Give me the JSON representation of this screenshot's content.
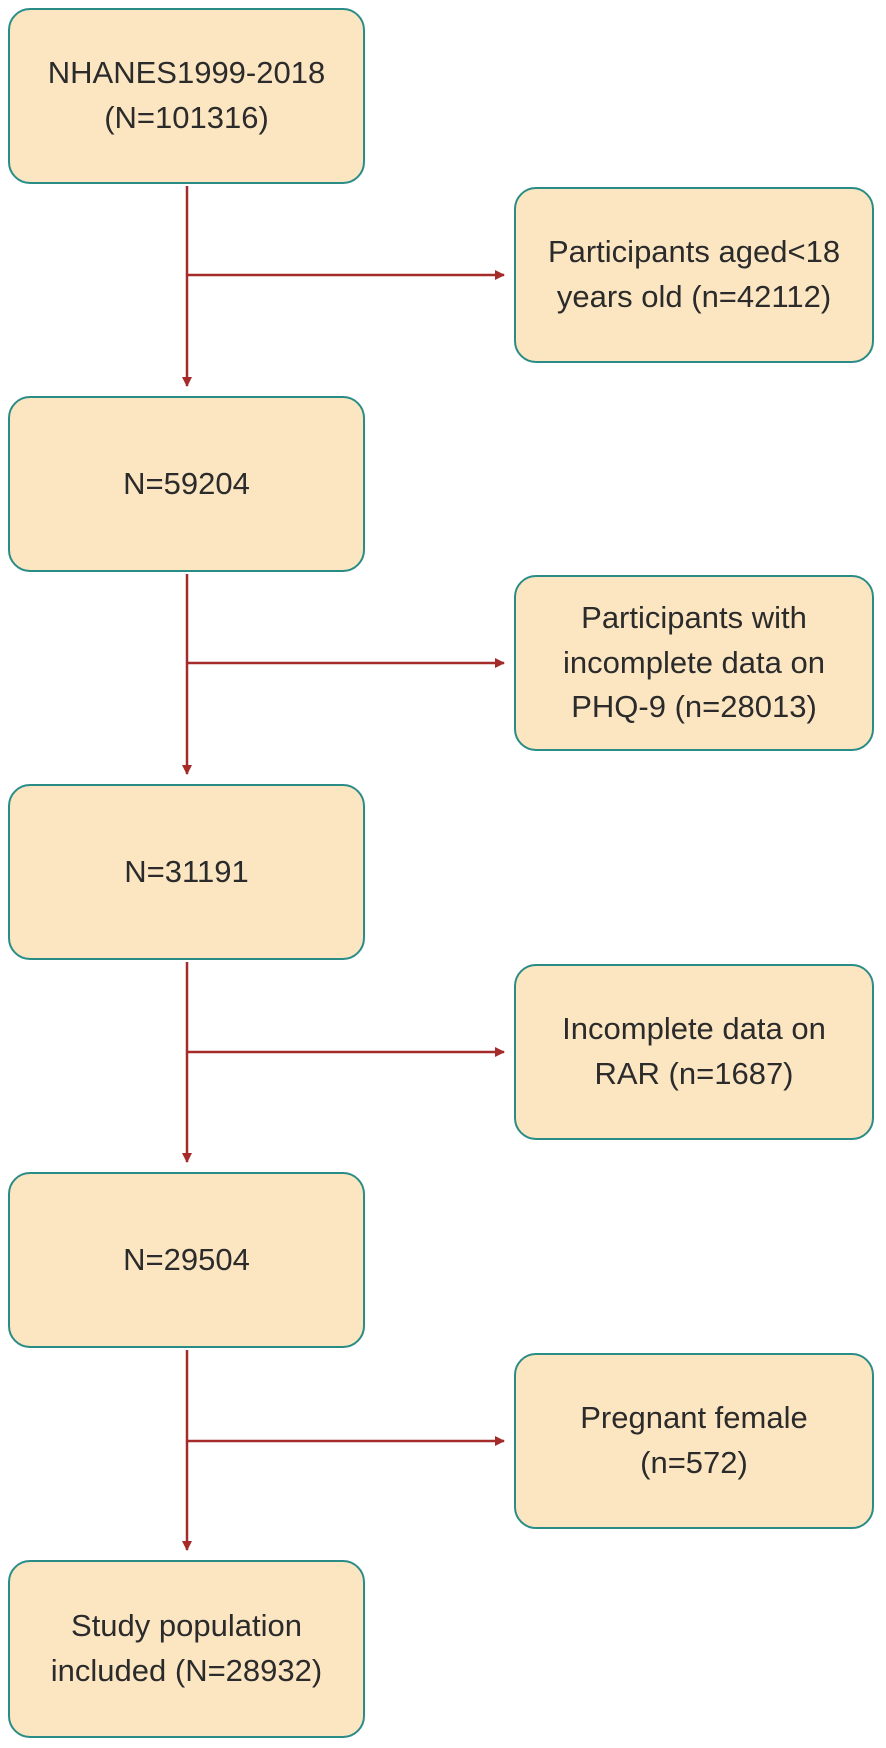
{
  "flowchart": {
    "main_steps": [
      {
        "text": "NHANES1999-2018\n(N=101316)"
      },
      {
        "text": "N=59204"
      },
      {
        "text": "N=31191"
      },
      {
        "text": "N=29504"
      },
      {
        "text": "Study population\nincluded (N=28932)"
      }
    ],
    "exclusions": [
      {
        "text": "Participants aged<18\nyears old (n=42112)"
      },
      {
        "text": "Participants with\nincomplete data on\nPHQ-9 (n=28013)"
      },
      {
        "text": "Incomplete data on\nRAR (n=1687)"
      },
      {
        "text": "Pregnant female\n(n=572)"
      }
    ]
  },
  "colors": {
    "box_fill": "#fce6c2",
    "box_border": "#2a8c86",
    "arrow": "#a52a2a",
    "text": "#2b2b2b"
  }
}
